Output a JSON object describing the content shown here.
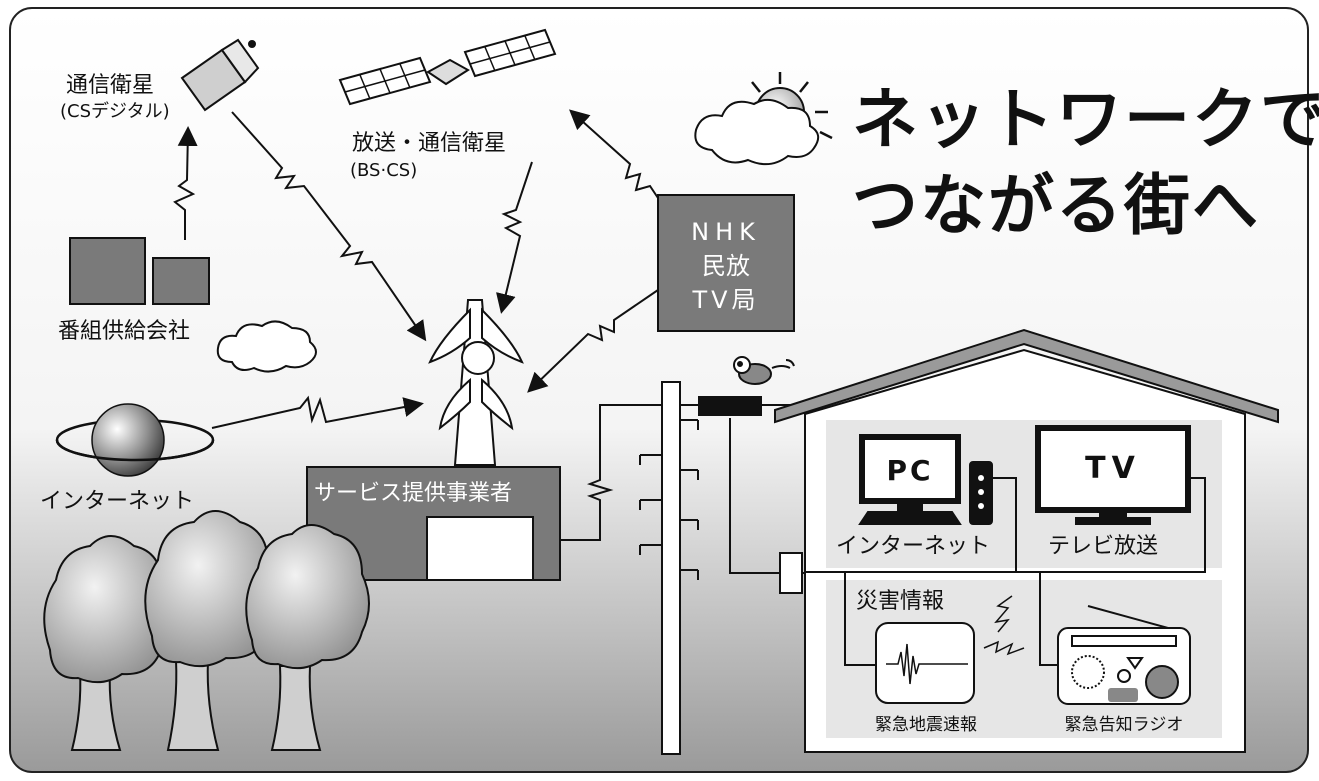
{
  "title": {
    "line1": "ネットワークで",
    "line2": "つながる街へ"
  },
  "labels": {
    "comm_satellite": "通信衛星",
    "comm_satellite_sub": "(CSデジタル)",
    "bs_satellite": "放送・通信衛星",
    "bs_satellite_sub": "(BS·CS)",
    "broadcaster_1": "NHK",
    "broadcaster_2": "民放",
    "broadcaster_3": "TV局",
    "program_supplier": "番組供給会社",
    "internet": "インターネット",
    "service_provider": "サービス提供事業者",
    "pc_screen": "PC",
    "pc_caption": "インターネット",
    "tv_screen": "TV",
    "tv_caption": "テレビ放送",
    "disaster_info": "災害情報",
    "earthquake_alert": "緊急地震速報",
    "emergency_radio": "緊急告知ラジオ"
  },
  "icons": {
    "satellite": "satellite-icon",
    "sun": "sun-icon",
    "cloud": "cloud-icon",
    "antenna": "antenna-tower-icon",
    "globe": "globe-icon",
    "tree": "tree-icon",
    "bird": "bird-icon",
    "house": "house-icon",
    "pc": "pc-icon",
    "tv": "tv-icon",
    "radio": "radio-icon",
    "seismograph": "seismograph-icon"
  }
}
